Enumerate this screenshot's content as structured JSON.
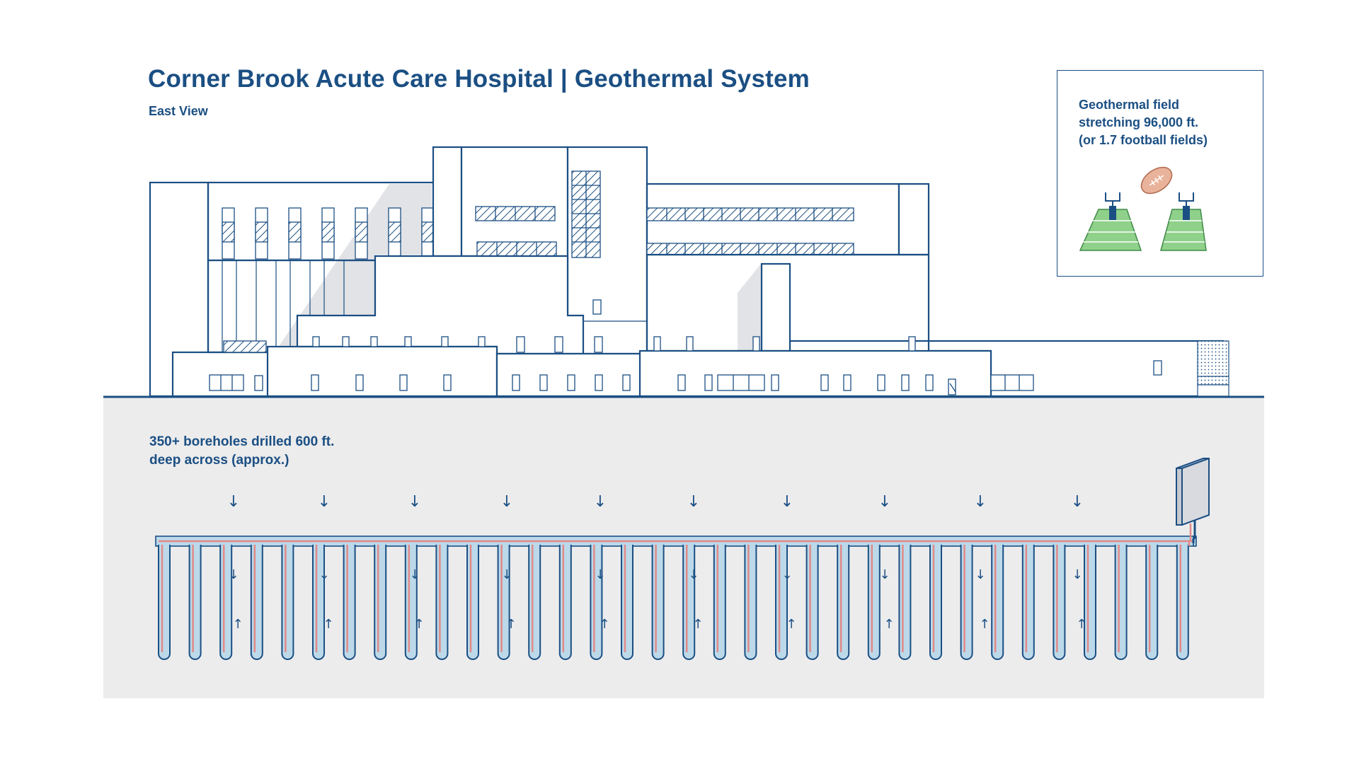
{
  "title": "Corner Brook Acute Care Hospital | Geothermal System",
  "subtitle": "East View",
  "callout": {
    "line1": "Geothermal field",
    "line2": "stretching 96,000 ft.",
    "line3": "(or 1.7 football fields)"
  },
  "ground_note": {
    "line1": "350+ boreholes drilled 600 ft.",
    "line2": "deep across (approx.)"
  },
  "colors": {
    "ink": "#1b4f83",
    "ground": "#ececed",
    "shadow": "#e2e3e6",
    "supply_pipe": "#e08a88",
    "return_fill": "#bcd9ea",
    "field_green": "#8fd08a",
    "football": "#e9b29a"
  },
  "icons": [
    "football-icon",
    "goal-post-icon"
  ]
}
